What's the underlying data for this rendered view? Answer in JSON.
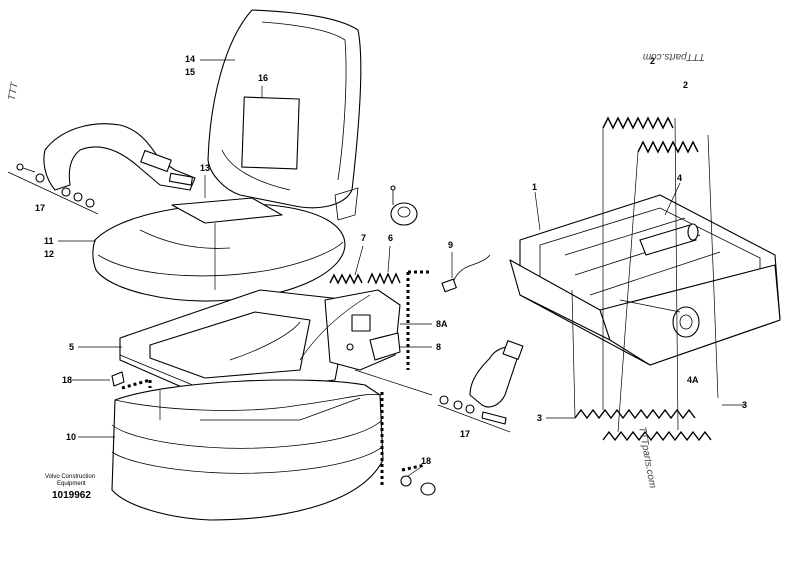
{
  "labels": {
    "l14": "14",
    "l15": "15",
    "l16": "16",
    "l13": "13",
    "l17a": "17",
    "l11": "11",
    "l12": "12",
    "l7": "7",
    "l6": "6",
    "l9": "9",
    "l5": "5",
    "l8a": "8A",
    "l8": "8",
    "l18a": "18",
    "l10": "10",
    "l17b": "17",
    "l18b": "18",
    "l2a": "2",
    "l2b": "2",
    "l1": "1",
    "l4": "4",
    "l4a": "4A",
    "l3a": "3",
    "l3b": "3"
  },
  "watermarks": {
    "top_left": "TTT",
    "top_right": "TTTparts.com",
    "bottom_right": "TTTparts.com"
  },
  "credit": {
    "line1": "Volvo Construction",
    "line2": "Equipment",
    "doc_number": "1019962"
  }
}
